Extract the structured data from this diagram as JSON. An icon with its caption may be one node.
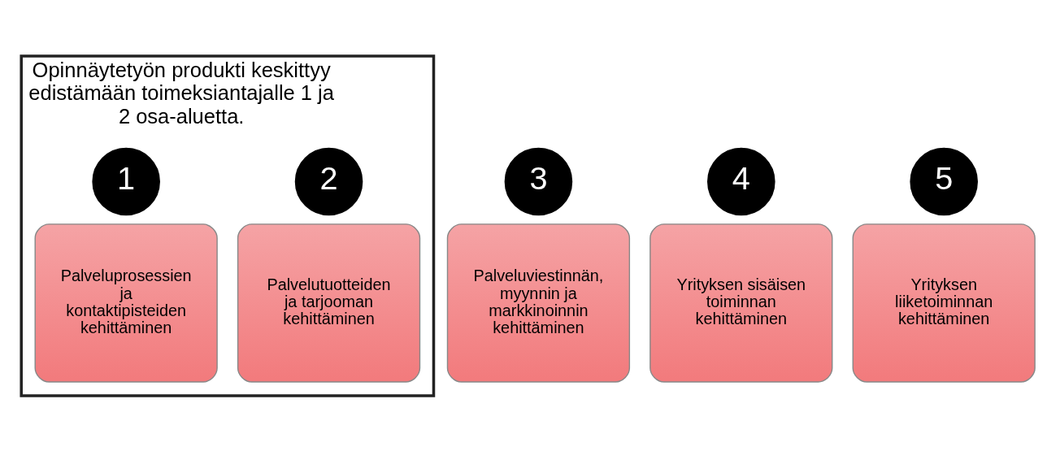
{
  "diagram": {
    "nodes": [
      {
        "text": [
          "Opinnäytetyön produkti keskittyy edistämään toimeksiantajalle 1 ja 2 osa-aluetta."
        ]
      },
      {
        "text": [
          "1"
        ],
        "in": 0
      },
      {
        "text": [
          "Palveluprosessien ja kontaktipisteiden kehittäminen"
        ],
        "in": 0
      },
      {
        "text": [
          "2"
        ],
        "in": 0
      },
      {
        "text": [
          "Palvelutuotteiden ja tarjooman kehittäminen"
        ],
        "in": 0
      },
      {
        "text": [
          "3"
        ]
      },
      {
        "text": [
          "Palveluviestinnän, myynnin ja markkinoinnin kehittäminen"
        ]
      },
      {
        "text": [
          "4"
        ]
      },
      {
        "text": [
          "Yrityksen sisäisen toiminnan kehittäminen"
        ]
      },
      {
        "text": [
          "5"
        ]
      },
      {
        "text": [
          "Yrityksen liiketoiminnan kehittäminen"
        ]
      }
    ],
    "edges": []
  }
}
